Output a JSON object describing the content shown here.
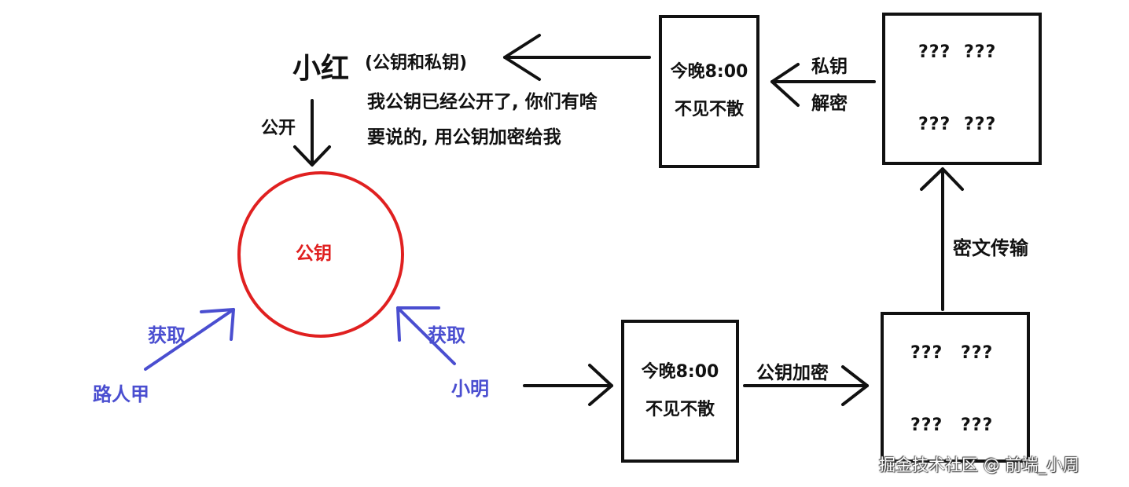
{
  "xiaohong": {
    "name": "小红",
    "keys_note": "(公钥和私钥)",
    "message_line1": "我公钥已经公开了, 你们有啥",
    "message_line2": "要说的, 用公钥加密给我",
    "publish_label": "公开"
  },
  "public_key_circle": {
    "label": "公钥",
    "color": "#e02020"
  },
  "participants": {
    "passerby": {
      "name": "路人甲",
      "action": "获取"
    },
    "xiaoming": {
      "name": "小明",
      "action": "获取"
    },
    "color": "#4a4ed0"
  },
  "plaintext_box_bottom": {
    "line1": "今晚8:00",
    "line2": "不见不散"
  },
  "encrypt_label": "公钥加密",
  "ciphertext_box_bottom": {
    "row1": [
      "???",
      "???"
    ],
    "row2": [
      "???",
      "???"
    ]
  },
  "transmit_label": "密文传输",
  "ciphertext_box_top": {
    "row1": [
      "???",
      "???"
    ],
    "row2": [
      "???",
      "???"
    ]
  },
  "decrypt_label": {
    "line1": "私钥",
    "line2": "解密"
  },
  "plaintext_box_top": {
    "line1": "今晚8:00",
    "line2": "不见不散"
  },
  "watermark": "掘金技术社区 @ 前端_小周"
}
